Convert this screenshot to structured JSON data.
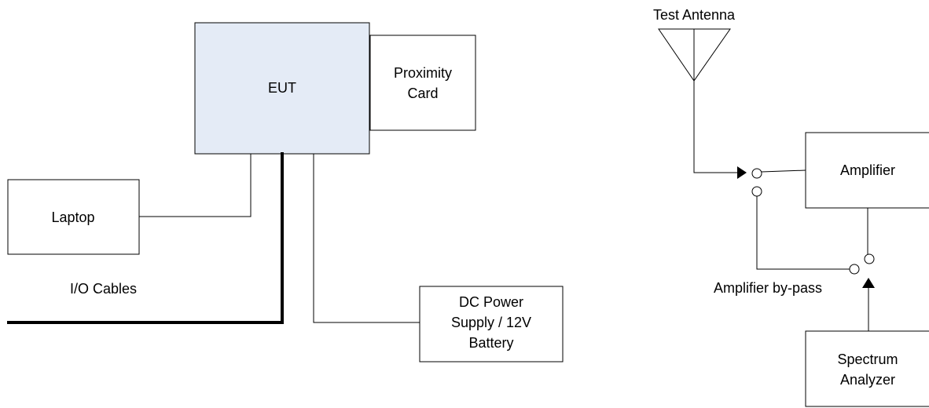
{
  "colors": {
    "eut_fill": "#E4EBF6",
    "box_fill": "#FFFFFF",
    "stroke": "#000000"
  },
  "eut": {
    "label": "EUT"
  },
  "proximity_card": {
    "line1": "Proximity",
    "line2": "Card"
  },
  "laptop": {
    "label": "Laptop"
  },
  "io_cables": {
    "label": "I/O Cables"
  },
  "dc_power": {
    "line1": "DC Power",
    "line2": "Supply / 12V",
    "line3": "Battery"
  },
  "test_antenna": {
    "label": "Test Antenna"
  },
  "amplifier": {
    "label": "Amplifier"
  },
  "amplifier_bypass": {
    "label": "Amplifier by-pass"
  },
  "spectrum_analyzer": {
    "line1": "Spectrum",
    "line2": "Analyzer"
  }
}
